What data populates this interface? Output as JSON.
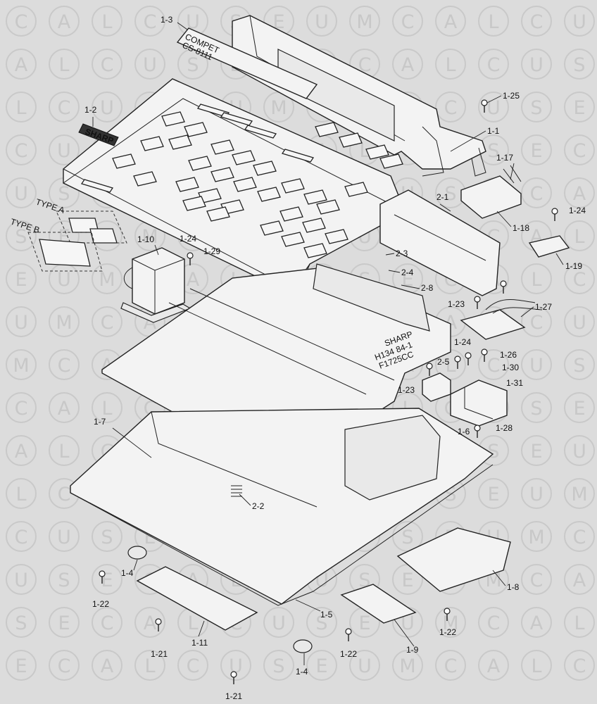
{
  "watermark": {
    "letters": [
      "C",
      "A",
      "L",
      "C",
      "U",
      "S",
      "E",
      "U",
      "M",
      "C",
      "A",
      "L",
      "C",
      "U",
      "S",
      "E"
    ],
    "ring_color": "#c9c9c9"
  },
  "panel": {
    "model_line1": "COMPET",
    "model_line2": "CS-8111",
    "brand_plate": "SHARP",
    "pcb_brand": "SHARP",
    "pcb_code1": "H134 84-1",
    "pcb_code2": "F1725CC"
  },
  "type_labels": {
    "type_a": "TYPE A",
    "type_b": "TYPE B"
  },
  "labels": [
    {
      "id": "1-1",
      "text": "1-1"
    },
    {
      "id": "1-2",
      "text": "1-2"
    },
    {
      "id": "1-3",
      "text": "1-3"
    },
    {
      "id": "1-4a",
      "text": "1-4"
    },
    {
      "id": "1-4b",
      "text": "1-4"
    },
    {
      "id": "1-5",
      "text": "1-5"
    },
    {
      "id": "1-6",
      "text": "1-6"
    },
    {
      "id": "1-7",
      "text": "1-7"
    },
    {
      "id": "1-8",
      "text": "1-8"
    },
    {
      "id": "1-9",
      "text": "1-9"
    },
    {
      "id": "1-10",
      "text": "1-10"
    },
    {
      "id": "1-11",
      "text": "1-11"
    },
    {
      "id": "1-17",
      "text": "1-17"
    },
    {
      "id": "1-18",
      "text": "1-18"
    },
    {
      "id": "1-19",
      "text": "1-19"
    },
    {
      "id": "1-21a",
      "text": "1-21"
    },
    {
      "id": "1-21b",
      "text": "1-21"
    },
    {
      "id": "1-22a",
      "text": "1-22"
    },
    {
      "id": "1-22b",
      "text": "1-22"
    },
    {
      "id": "1-22c",
      "text": "1-22"
    },
    {
      "id": "1-23a",
      "text": "1-23"
    },
    {
      "id": "1-23b",
      "text": "1-23"
    },
    {
      "id": "1-24a",
      "text": "1-24"
    },
    {
      "id": "1-24b",
      "text": "1-24"
    },
    {
      "id": "1-24c",
      "text": "1-24"
    },
    {
      "id": "1-25",
      "text": "1-25"
    },
    {
      "id": "1-26",
      "text": "1-26"
    },
    {
      "id": "1-27",
      "text": "1-27"
    },
    {
      "id": "1-28",
      "text": "1-28"
    },
    {
      "id": "1-29",
      "text": "1-29"
    },
    {
      "id": "1-30",
      "text": "1-30"
    },
    {
      "id": "1-31",
      "text": "1-31"
    },
    {
      "id": "2-1",
      "text": "2-1"
    },
    {
      "id": "2-2",
      "text": "2-2"
    },
    {
      "id": "2-3",
      "text": "2-3"
    },
    {
      "id": "2-4",
      "text": "2-4"
    },
    {
      "id": "2-5",
      "text": "2-5"
    },
    {
      "id": "2-8",
      "text": "2-8"
    }
  ]
}
